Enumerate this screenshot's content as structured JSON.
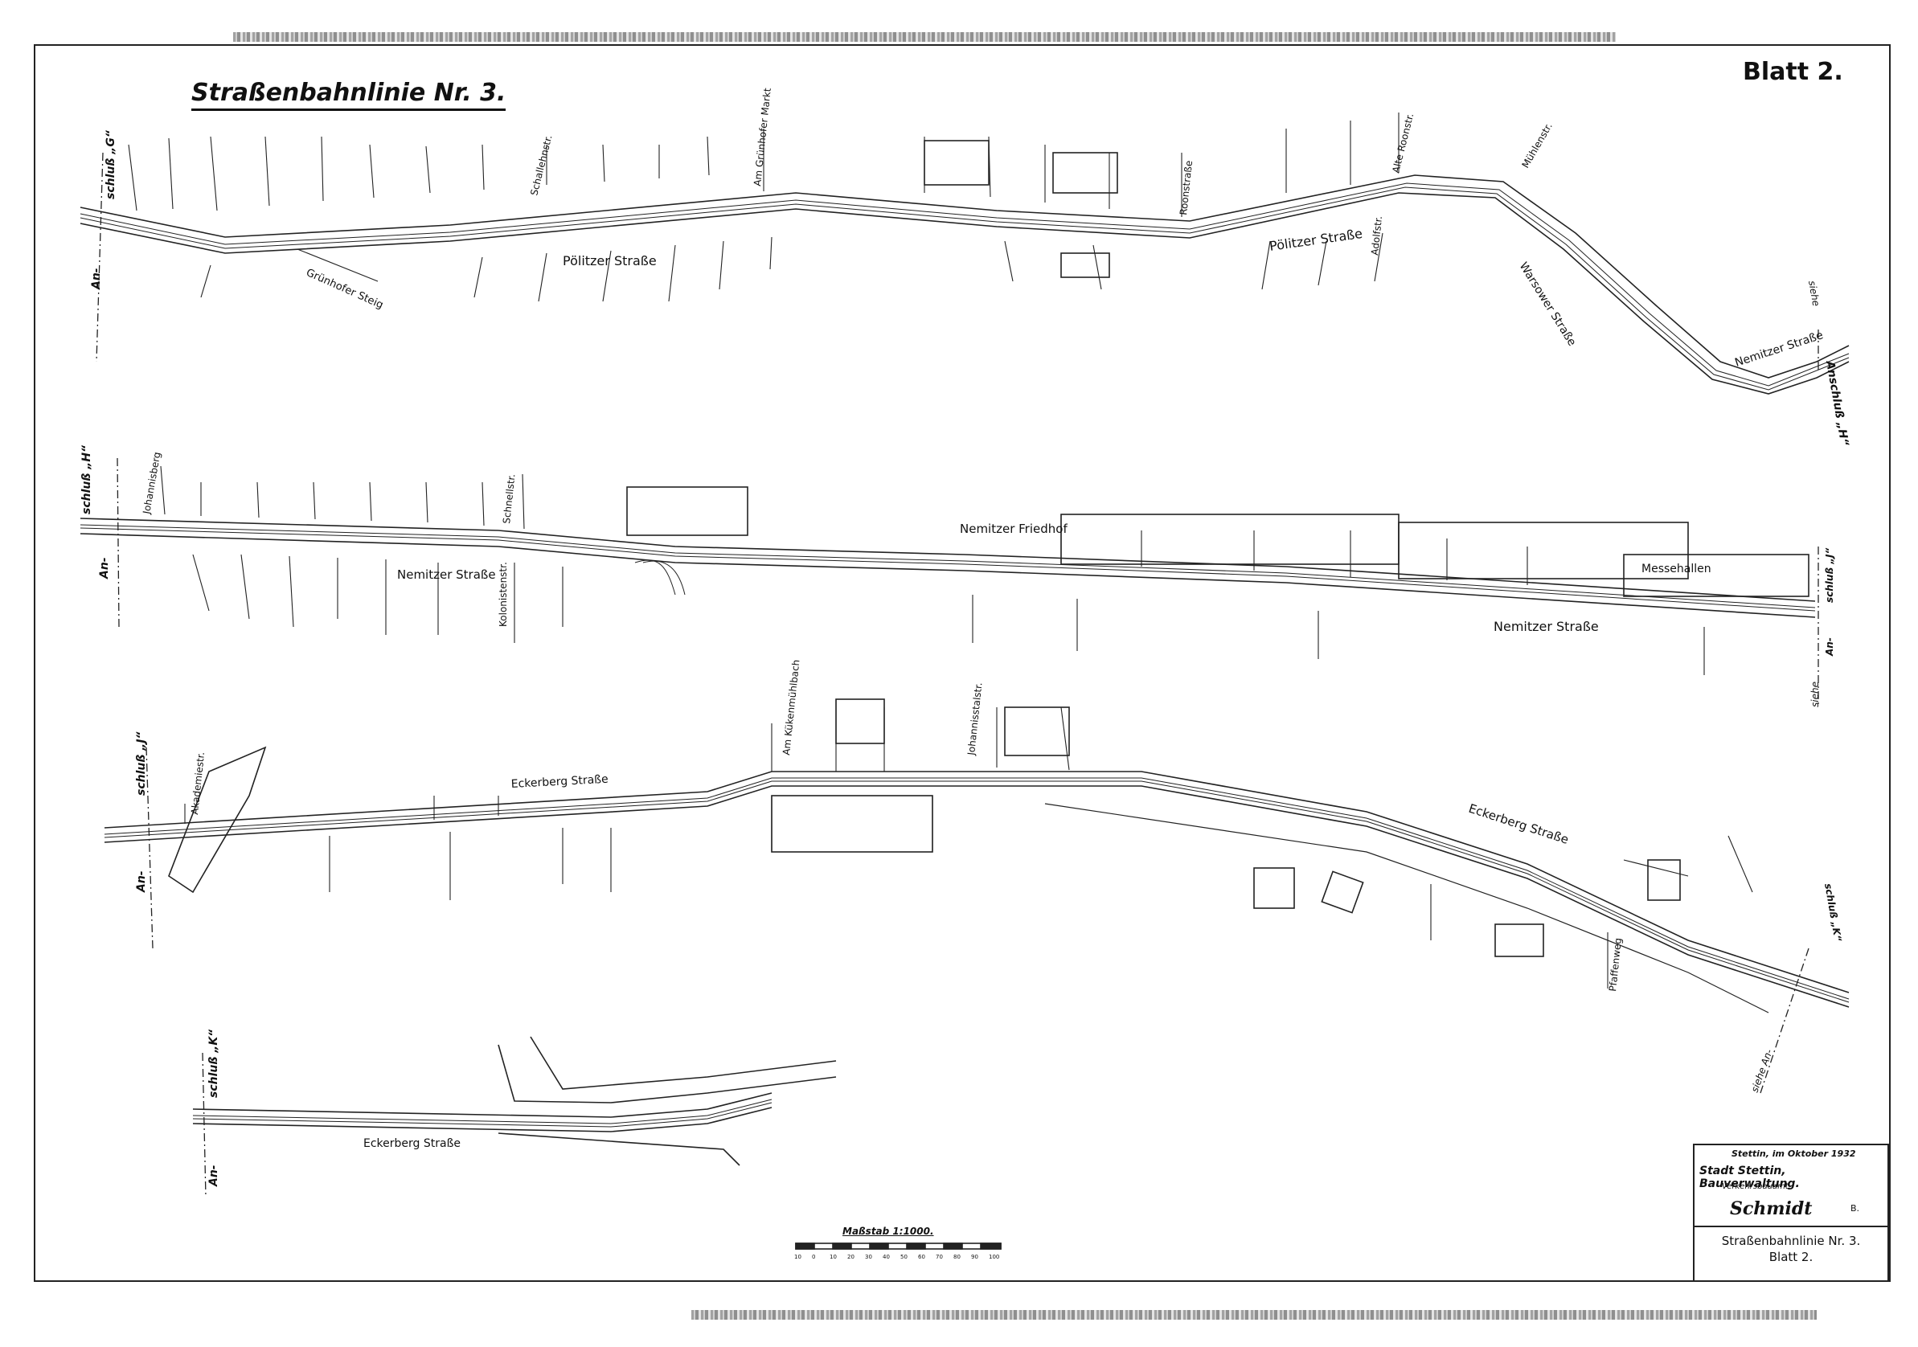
{
  "header": {
    "title": "Straßenbahnlinie Nr. 3.",
    "sheet": "Blatt 2."
  },
  "labels": {
    "anschluss_g": "schluß „G“",
    "anschluss_h": "schluß „H“",
    "anschluss_j": "schluß „J“",
    "anschluss_k": "schluß „K“",
    "an": "An-",
    "siehe": "siehe",
    "anschluss_h_right": "Anschluß „H“",
    "anschluss_j_right": "schluß „J“",
    "an_right": "An-",
    "siehe_an": "siehe An-",
    "anschluss_k_right": "schluß „K“"
  },
  "streets": {
    "poelitzer_1": "Pölitzer Straße",
    "poelitzer_2": "Pölitzer Straße",
    "gruenhofer_steig": "Grünhofer Steig",
    "schaellchen": "Schallehnstr.",
    "am_gruenhofer_markt": "Am Grünhofer Markt",
    "roonstrasse": "Roonstraße",
    "alte_roonstr": "Alte Roonstr.",
    "adolfstr": "Adolfstr.",
    "muehlenstr": "Mühlenstr.",
    "warsower": "Warsower Straße",
    "nemitzer_1": "Nemitzer Straße",
    "johannisberg": "Johannisberg",
    "schnellstr": "Schnellstr.",
    "nemitzer_2": "Nemitzer Straße",
    "kolonistenstr": "Kolonistenstr.",
    "nemitzer_friedhof": "Nemitzer Friedhof",
    "messehallen": "Messehallen",
    "nemitzer_3": "Nemitzer Straße",
    "akademiestr": "Akademiestr.",
    "eckerberg_1": "Eckerberg Straße",
    "am_kuekenmuehlbach": "Am Kükenmühlbach",
    "johannisstalstr": "Johannisstalstr.",
    "eckerberg_2": "Eckerberg Straße",
    "pfaffenweg": "Pfaffenweg",
    "eckerberg_3": "Eckerberg Straße"
  },
  "scale": {
    "label": "Maßstab 1:1000.",
    "ticks": [
      "10",
      "0",
      "10",
      "20",
      "30",
      "40",
      "50",
      "60",
      "70",
      "80",
      "90",
      "100"
    ]
  },
  "titleblock": {
    "date": "Stettin, im Oktober 1932",
    "office": "Stadt Stettin, Bauverwaltung.",
    "department": "Verkehrsbauamt.",
    "signature": "Schmidt",
    "mark": "B.",
    "title": "Straßenbahnlinie Nr. 3.",
    "sheet": "Blatt 2."
  }
}
